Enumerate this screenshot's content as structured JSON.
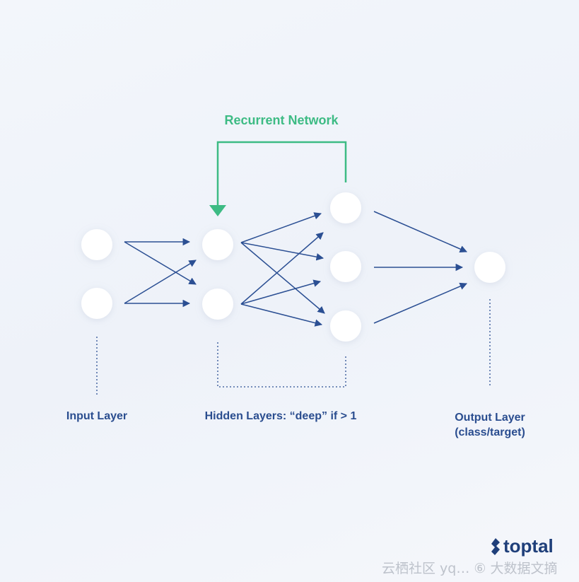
{
  "title": "Recurrent Network",
  "layers": {
    "input": "Input Layer",
    "hidden": "Hidden Layers: “deep” if > 1",
    "output_line1": "Output Layer",
    "output_line2": "(class/target)"
  },
  "brand": "toptal",
  "watermark": "云栖社区 yq… ⑥ 大数据文摘",
  "colors": {
    "arrow": "#2b4f93",
    "recurrent": "#3dbb84",
    "label": "#2a4d8f",
    "node": "#ffffff"
  },
  "icons": [
    "toptal-logo-icon"
  ]
}
